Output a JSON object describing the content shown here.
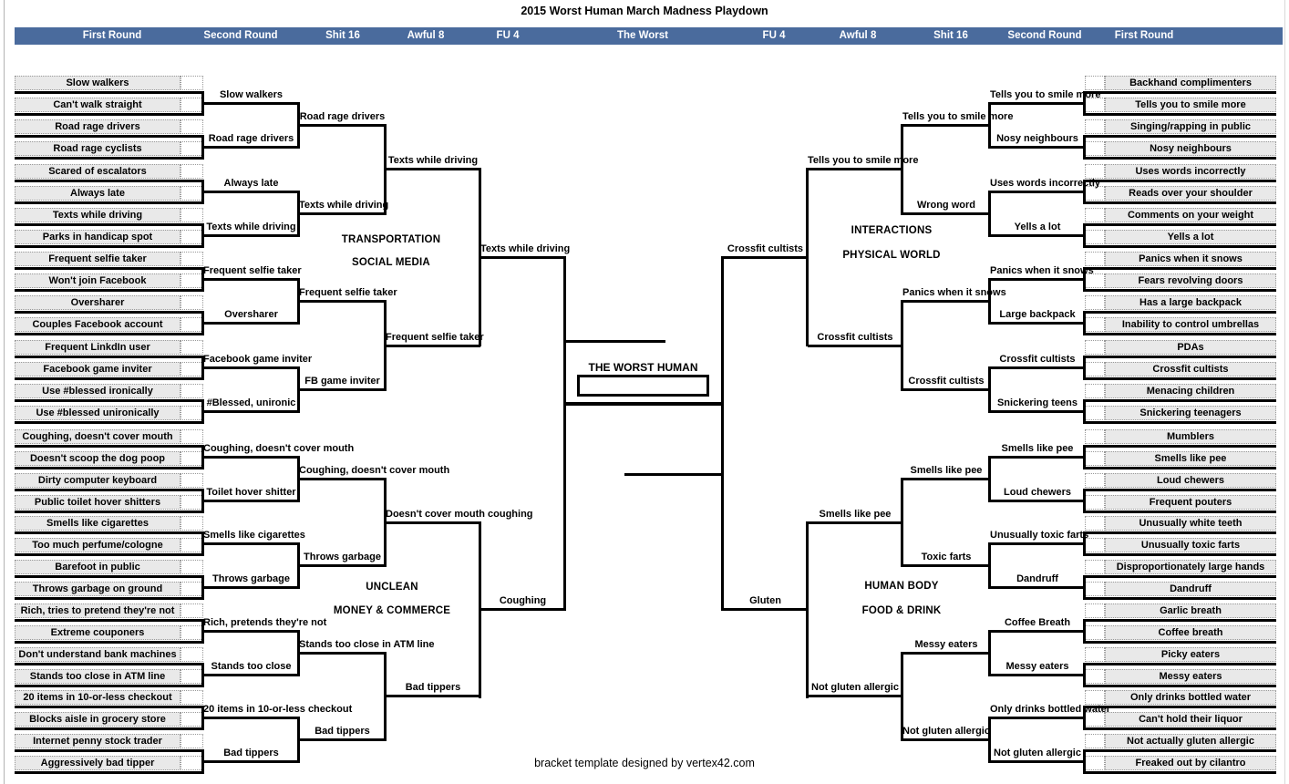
{
  "title": "2015 Worst Human March Madness Playdown",
  "footer_credit": "bracket template designed by vertex42.com",
  "header": {
    "rounds": [
      "First Round",
      "Second Round",
      "Shit 16",
      "Awful 8",
      "FU 4",
      "The Worst",
      "FU 4",
      "Awful 8",
      "Shit 16",
      "Second Round",
      "First Round"
    ]
  },
  "final": {
    "label": "THE WORST HUMAN",
    "winner": ""
  },
  "colors": {
    "header_bg": "#4a6b9d",
    "header_text": "#ffffff",
    "cell_bg": "#e9e9e9",
    "line": "#000000"
  },
  "regions": {
    "top_left": [
      "TRANSPORTATION",
      "SOCIAL MEDIA"
    ],
    "bottom_left": [
      "UNCLEAN",
      "MONEY & COMMERCE"
    ],
    "top_right": [
      "INTERACTIONS",
      "PHYSICAL WORLD"
    ],
    "bottom_right": [
      "HUMAN BODY",
      "FOOD & DRINK"
    ]
  },
  "bracket": {
    "left": {
      "round1": [
        "Slow walkers",
        "Can't walk straight",
        "Road rage drivers",
        "Road rage cyclists",
        "Scared of escalators",
        "Always late",
        "Texts while driving",
        "Parks in handicap spot",
        "Frequent selfie taker",
        "Won't join Facebook",
        "Oversharer",
        "Couples Facebook account",
        "Frequent LinkdIn user",
        "Facebook game inviter",
        "Use #blessed ironically",
        "Use #blessed unironically",
        "Coughing, doesn't cover mouth",
        "Doesn't scoop the dog poop",
        "Dirty computer keyboard",
        "Public toilet hover shitters",
        "Smells like cigarettes",
        "Too much perfume/cologne",
        "Barefoot in public",
        "Throws garbage on ground",
        "Rich, tries to pretend they're not",
        "Extreme couponers",
        "Don't understand bank machines",
        "Stands too close in ATM line",
        "20 items in 10-or-less checkout",
        "Blocks aisle in grocery store",
        "Internet penny stock trader",
        "Aggressively bad tipper"
      ],
      "round2": [
        "Slow walkers",
        "Road rage drivers",
        "Always late",
        "Texts while driving",
        "Frequent selfie taker",
        "Oversharer",
        "Facebook game inviter",
        "#Blessed, unironic",
        "Coughing, doesn't cover mouth",
        "Toilet hover shitter",
        "Smells like cigarettes",
        "Throws garbage",
        "Rich, pretends they're not",
        "Stands too close",
        "20 items in 10-or-less checkout",
        "Bad tippers"
      ],
      "shit16": [
        "Road rage drivers",
        "Texts while driving",
        "Frequent selfie taker",
        "FB game inviter",
        "Coughing, doesn't cover mouth",
        "Throws garbage",
        "Stands too close in ATM line",
        "Bad tippers"
      ],
      "awful8": [
        "Texts while driving",
        "Frequent selfie taker",
        "Doesn't cover mouth coughing",
        "Bad tippers"
      ],
      "fu4": [
        "Texts while driving",
        "Coughing"
      ]
    },
    "right": {
      "round1": [
        "Backhand complimenters",
        "Tells you to smile more",
        "Singing/rapping in public",
        "Nosy neighbours",
        "Uses words incorrectly",
        "Reads over your shoulder",
        "Comments on your weight",
        "Yells a lot",
        "Panics when it snows",
        "Fears revolving doors",
        "Has a large backpack",
        "Inability to control umbrellas",
        "PDAs",
        "Crossfit cultists",
        "Menacing children",
        "Snickering teenagers",
        "Mumblers",
        "Smells like pee",
        "Loud chewers",
        "Frequent pouters",
        "Unusually white teeth",
        "Unusually toxic farts",
        "Disproportionately large hands",
        "Dandruff",
        "Garlic breath",
        "Coffee breath",
        "Picky eaters",
        "Messy eaters",
        "Only drinks bottled water",
        "Can't hold their liquor",
        "Not actually gluten allergic",
        "Freaked out by cilantro"
      ],
      "round2": [
        "Tells you to smile more",
        "Nosy neighbours",
        "Uses words incorrectly",
        "Yells a lot",
        "Panics when it snows",
        "Large backpack",
        "Crossfit cultists",
        "Snickering teens",
        "Smells like pee",
        "Loud chewers",
        "Unusually toxic farts",
        "Dandruff",
        "Coffee Breath",
        "Messy eaters",
        "Only drinks bottled water",
        "Not gluten allergic"
      ],
      "shit16": [
        "Tells you to smile more",
        "Wrong word",
        "Panics when it snows",
        "Crossfit cultists",
        "Smells like pee",
        "Toxic farts",
        "Messy eaters",
        "Not gluten allergic"
      ],
      "awful8": [
        "Tells you to smile more",
        "Crossfit cultists",
        "Smells like pee",
        "Not gluten allergic"
      ],
      "fu4": [
        "Crossfit cultists",
        "Gluten"
      ]
    }
  }
}
